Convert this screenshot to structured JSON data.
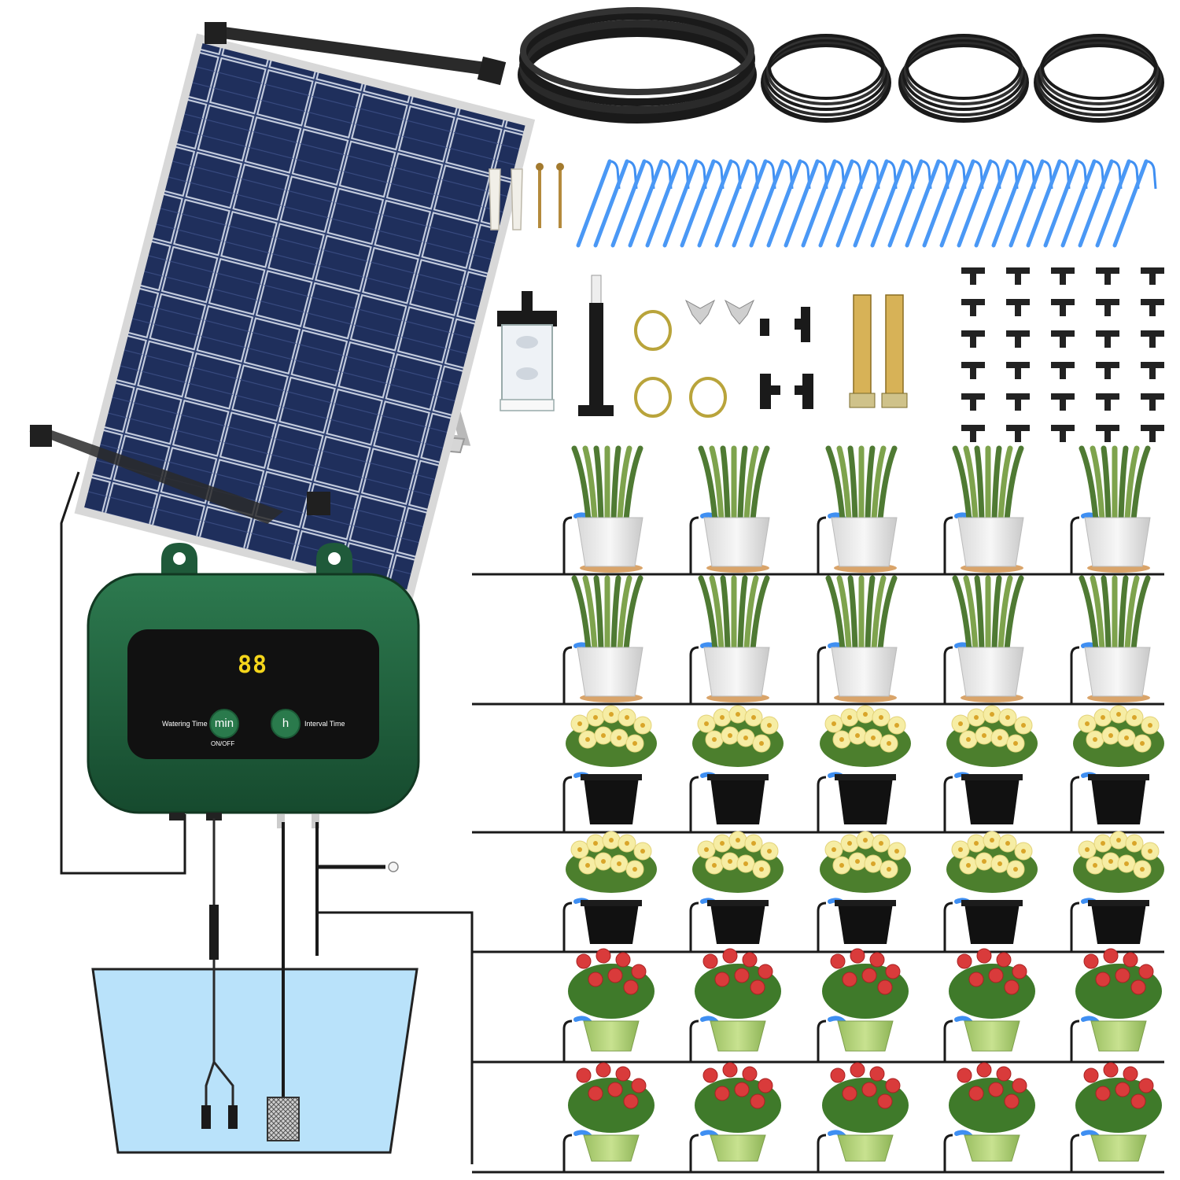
{
  "controller": {
    "display_value": "88",
    "left_button_label": "min",
    "right_button_label": "h",
    "watering_time_label": "Watering Time",
    "interval_time_label": "Interval Time",
    "onoff_label": "ON/OFF"
  },
  "colors": {
    "controller_green": "#1f5a3a",
    "panel_black": "#111111",
    "display_yellow": "#f4d51b",
    "water_blue": "#b9e2fa",
    "dripper_blue": "#3f8ff2",
    "tubing_black": "#1a1a1a"
  },
  "icons": {
    "solar_panel": "solar-panel-icon",
    "controller": "pump-controller-icon",
    "water_tank": "water-tank-icon",
    "plant": "potted-plant-icon"
  },
  "plant_rows": [
    {
      "type": "snake-plant",
      "pot": "white-marble",
      "count": 5
    },
    {
      "type": "snake-plant",
      "pot": "white-marble",
      "count": 5
    },
    {
      "type": "yellow-flower",
      "pot": "black",
      "count": 5
    },
    {
      "type": "yellow-flower",
      "pot": "black",
      "count": 5
    },
    {
      "type": "red-rose",
      "pot": "green",
      "count": 5
    },
    {
      "type": "red-rose",
      "pot": "green",
      "count": 5
    }
  ]
}
